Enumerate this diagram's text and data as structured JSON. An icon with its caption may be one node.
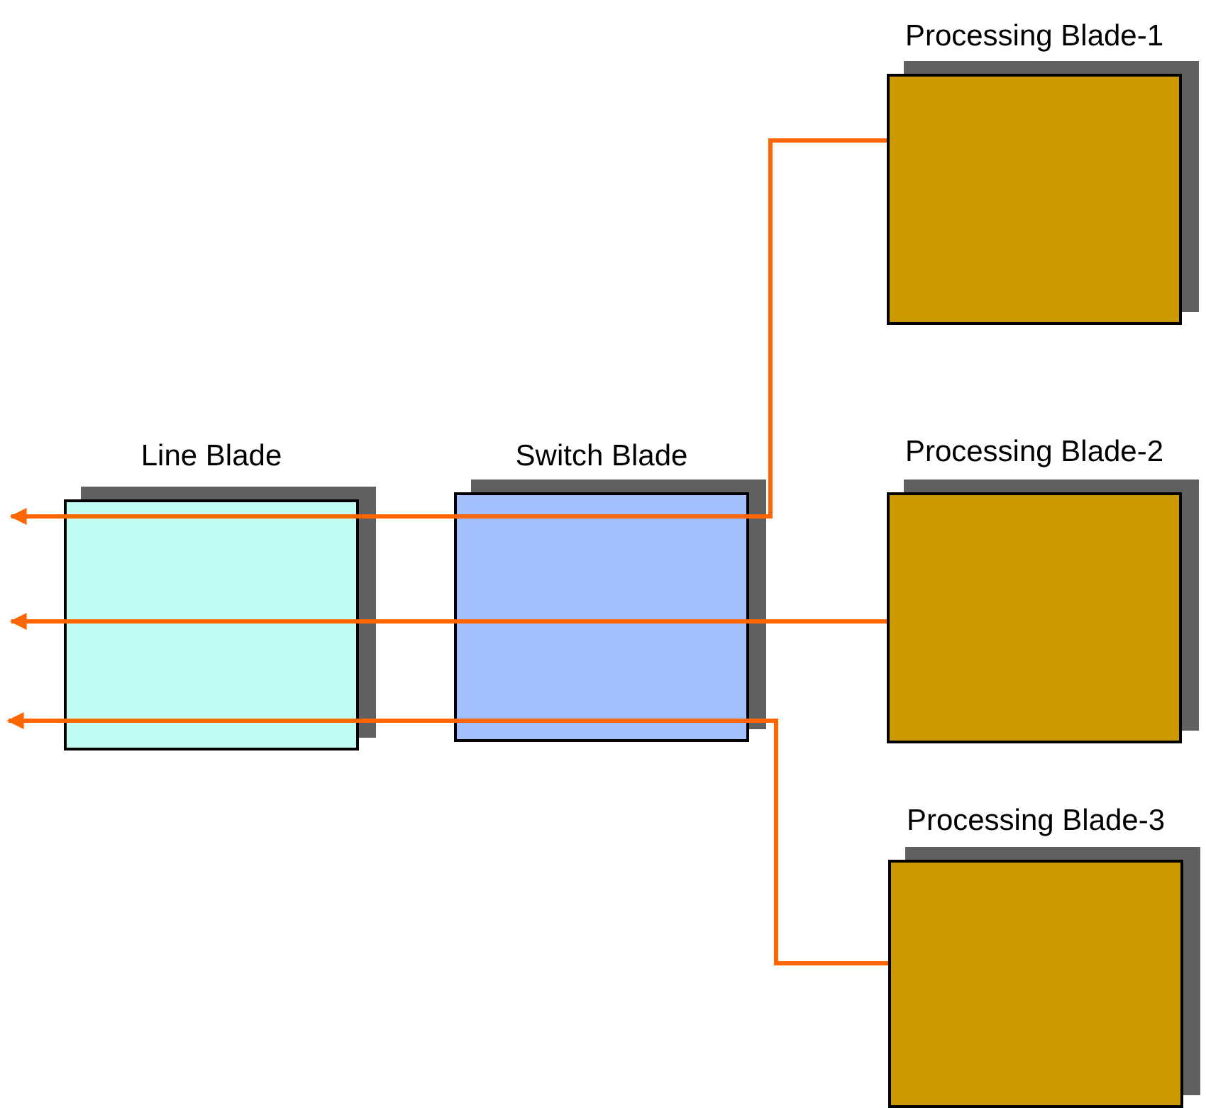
{
  "diagram": {
    "nodes": [
      {
        "text": [
          "Processing Blade-1"
        ]
      },
      {
        "text": [
          "Line Blade"
        ]
      },
      {
        "text": [
          "Switch Blade"
        ]
      },
      {
        "text": [
          "Processing Blade-2"
        ]
      },
      {
        "text": [
          "Processing Blade-3"
        ]
      }
    ],
    "edges": [
      {
        "from": 0,
        "to": null,
        "arrow": "to"
      },
      {
        "from": 3,
        "to": null,
        "arrow": "to"
      },
      {
        "from": 4,
        "to": null,
        "arrow": "to"
      }
    ]
  }
}
